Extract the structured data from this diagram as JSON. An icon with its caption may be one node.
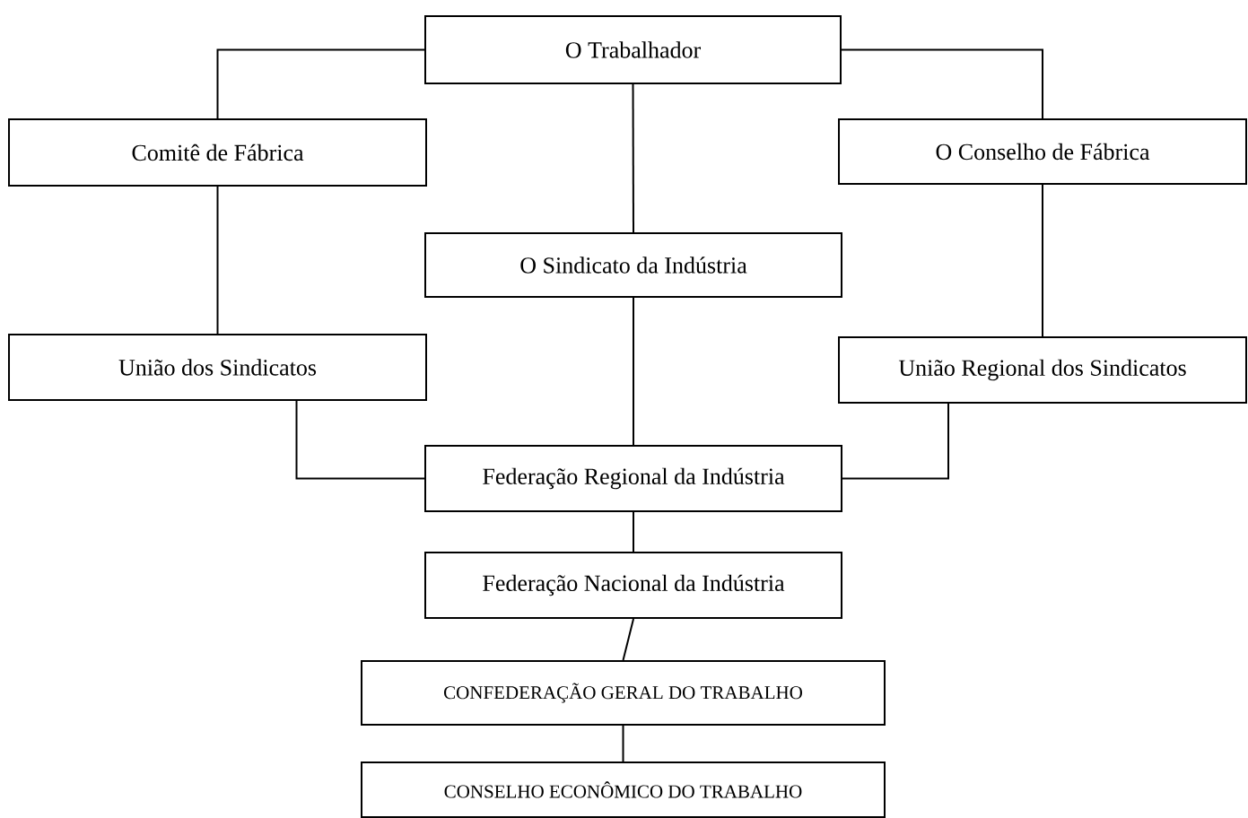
{
  "diagram": {
    "nodes": [
      {
        "text": [
          "O Trabalhador"
        ]
      },
      {
        "text": [
          "Comitê de Fábrica"
        ]
      },
      {
        "text": [
          "O Conselho de Fábrica"
        ]
      },
      {
        "text": [
          "O Sindicato da Indústria"
        ]
      },
      {
        "text": [
          "União dos Sindicatos"
        ]
      },
      {
        "text": [
          "União Regional dos Sindicatos"
        ]
      },
      {
        "text": [
          "Federação Regional da Indústria"
        ]
      },
      {
        "text": [
          "Federação Nacional da Indústria"
        ]
      },
      {
        "text": [
          "CONFEDERAÇÃO GERAL DO TRABALHO"
        ]
      },
      {
        "text": [
          "CONSELHO ECONÔMICO DO TRABALHO"
        ]
      }
    ],
    "edges": [
      {
        "from": 0,
        "to": 1,
        "arrow": "none"
      },
      {
        "from": 0,
        "to": 2,
        "arrow": "none"
      },
      {
        "from": 0,
        "to": 3,
        "arrow": "none"
      },
      {
        "from": 1,
        "to": 4,
        "arrow": "none"
      },
      {
        "from": 2,
        "to": 5,
        "arrow": "none"
      },
      {
        "from": 3,
        "to": 6,
        "arrow": "none"
      },
      {
        "from": 4,
        "to": 6,
        "arrow": "none"
      },
      {
        "from": 5,
        "to": 6,
        "arrow": "none"
      },
      {
        "from": 6,
        "to": 7,
        "arrow": "none"
      },
      {
        "from": 7,
        "to": 8,
        "arrow": "none"
      },
      {
        "from": 8,
        "to": 9,
        "arrow": "none"
      }
    ]
  }
}
